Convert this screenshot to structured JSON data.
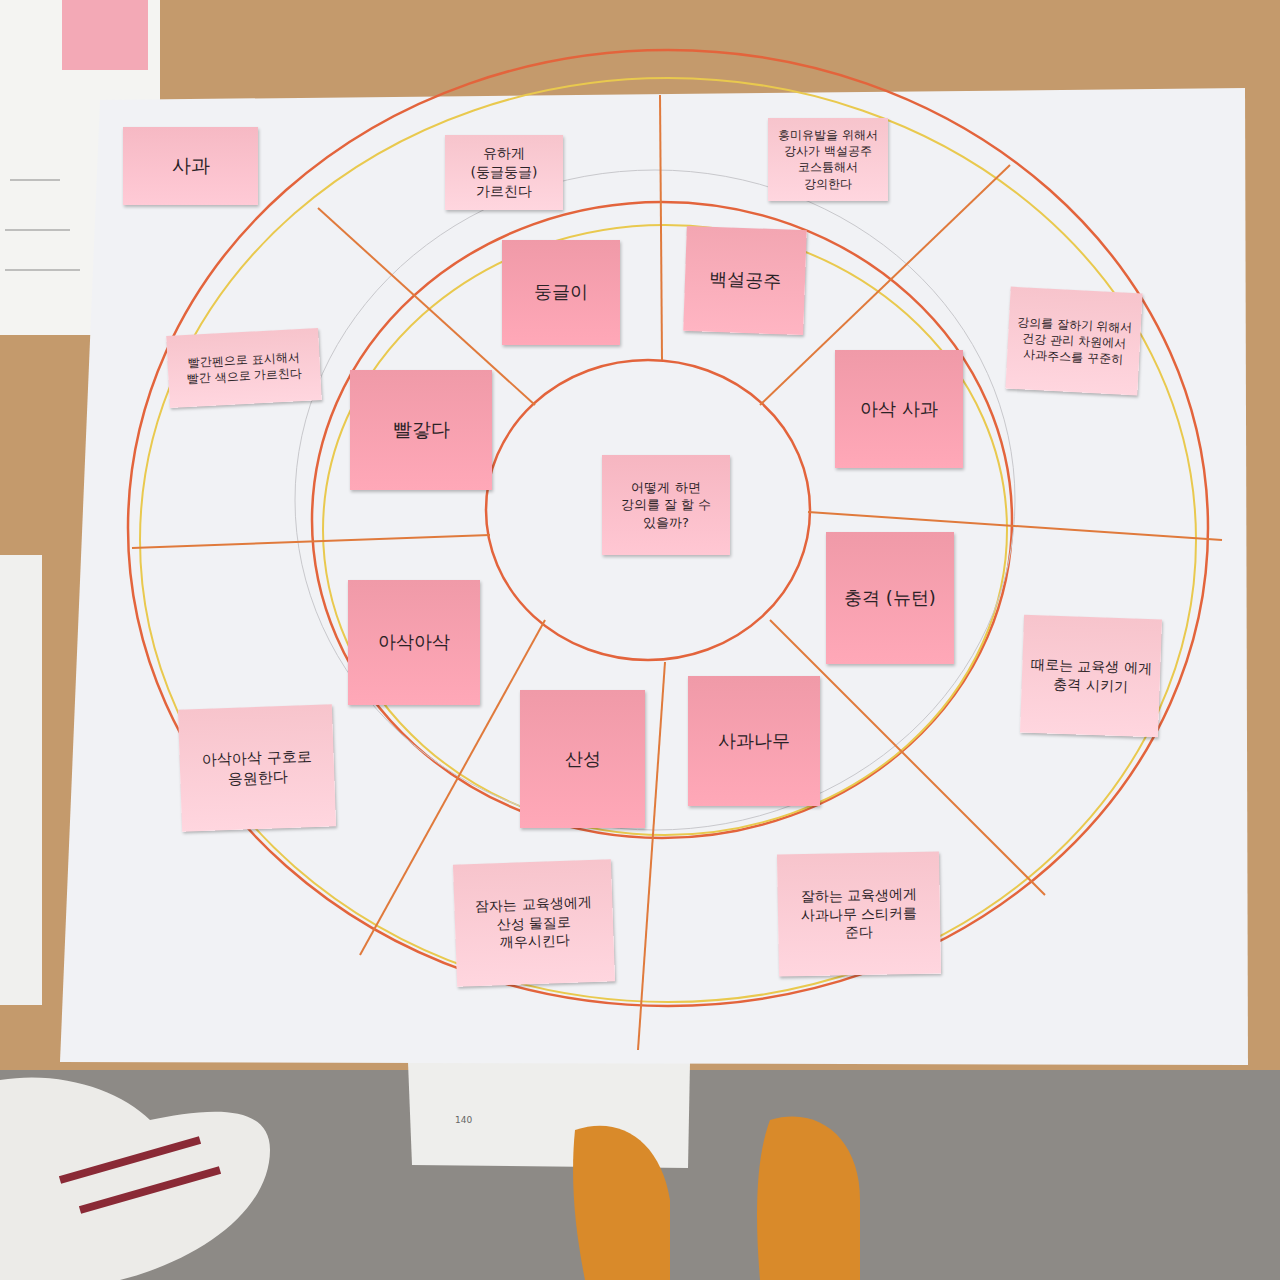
{
  "diagram": {
    "nodes": [
      {
        "text": [
          "사과"
        ]
      },
      {
        "text": [
          "유하게 (둥글둥글) 가르친다"
        ]
      },
      {
        "text": [
          "흥미유발을 위해서 강사가 백설공주 코스튬해서 강의한다"
        ]
      },
      {
        "text": [
          "둥글이"
        ]
      },
      {
        "text": [
          "백설공주"
        ]
      },
      {
        "text": [
          "강의를 잘하기 위해서 건강 관리 차원에서 사과주스를 꾸준히"
        ]
      },
      {
        "text": [
          "빨간펜으로 표시해서 빨간 색으로 가르친다"
        ]
      },
      {
        "text": [
          "빨갛다"
        ]
      },
      {
        "text": [
          "아삭 사과"
        ]
      },
      {
        "text": [
          "어떻게 하면 강의를 잘 할 수 있을까?"
        ]
      },
      {
        "text": [
          "충격 (뉴턴)"
        ]
      },
      {
        "text": [
          "아삭아삭"
        ]
      },
      {
        "text": [
          "때로는 교육생 에게 충격 시키기"
        ]
      },
      {
        "text": [
          "산성"
        ]
      },
      {
        "text": [
          "사과나무"
        ]
      },
      {
        "text": [
          "아삭아삭 구호로 응원한다"
        ]
      },
      {
        "text": [
          "잠자는 교육생에게 산성 물질로 깨우시킨다"
        ]
      },
      {
        "text": [
          "잘하는 교육생에게 사과나무 스티커를 준다"
        ]
      }
    ],
    "labels": [
      "140"
    ]
  }
}
